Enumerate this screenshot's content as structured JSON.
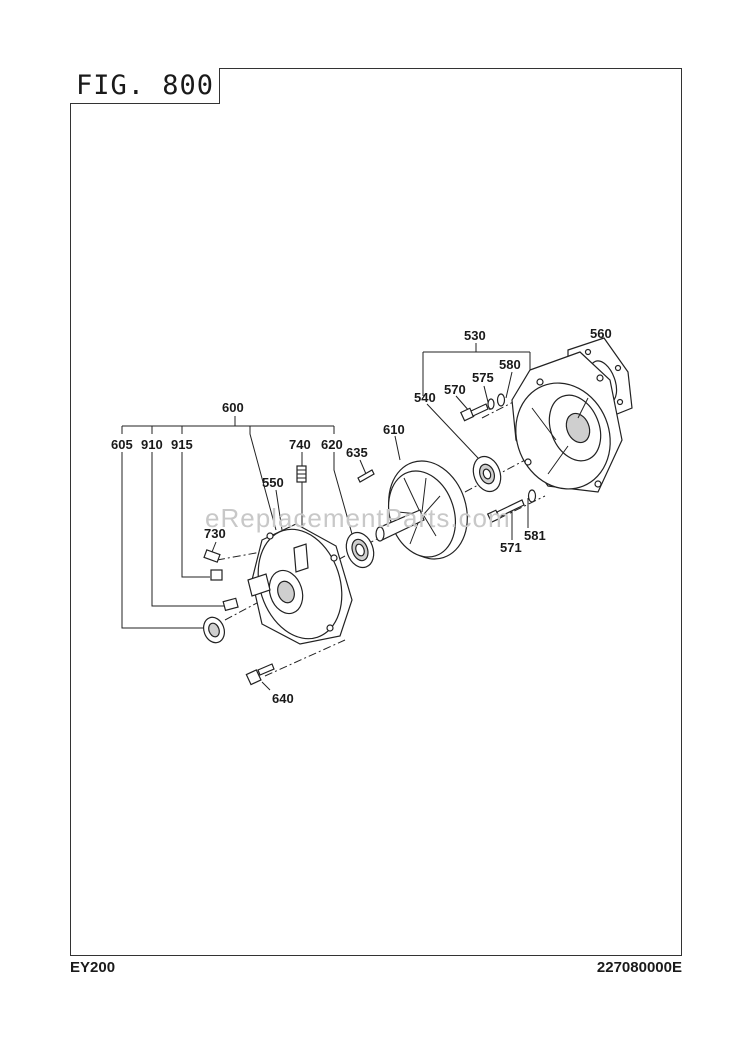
{
  "figure": {
    "title": "FIG. 800"
  },
  "footer": {
    "model": "EY200",
    "part_code": "227080000E"
  },
  "watermark": "eReplacementParts.com",
  "callouts": {
    "c530": "530",
    "c560": "560",
    "c575": "575",
    "c580": "580",
    "c570": "570",
    "c540": "540",
    "c610": "610",
    "c600": "600",
    "c605": "605",
    "c910": "910",
    "c915": "915",
    "c740": "740",
    "c620": "620",
    "c635": "635",
    "c550": "550",
    "c730": "730",
    "c571": "571",
    "c581": "581",
    "c640": "640"
  }
}
